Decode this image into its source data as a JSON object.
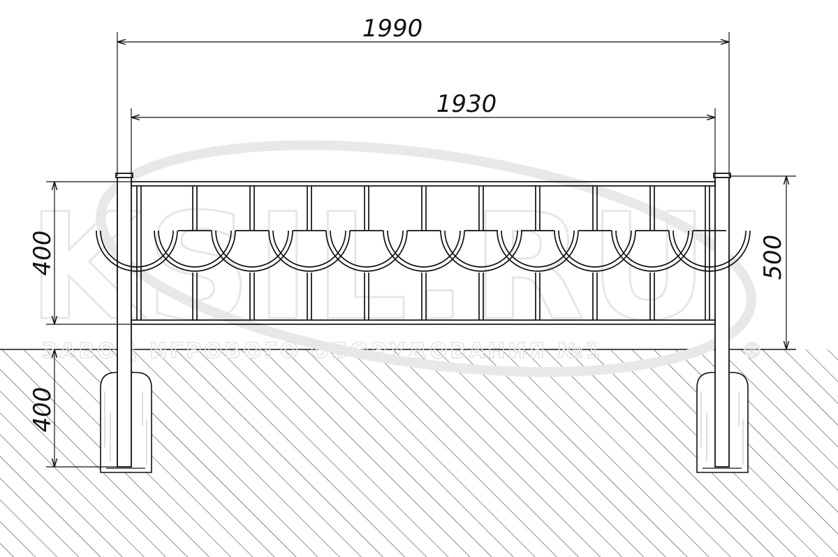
{
  "dimensions": {
    "overall_width": "1990",
    "inner_width": "1930",
    "panel_height": "400",
    "height_above_ground": "500",
    "foundation_depth": "400"
  },
  "watermark": {
    "logo_text": "KSIL.RU",
    "caption": "ЗАВОД ИГРОВОГО ОБОРУДОВАНИЯ №1",
    "registered_mark": "®"
  },
  "colors": {
    "line": "#111111",
    "watermark": "#e4e4e4"
  }
}
